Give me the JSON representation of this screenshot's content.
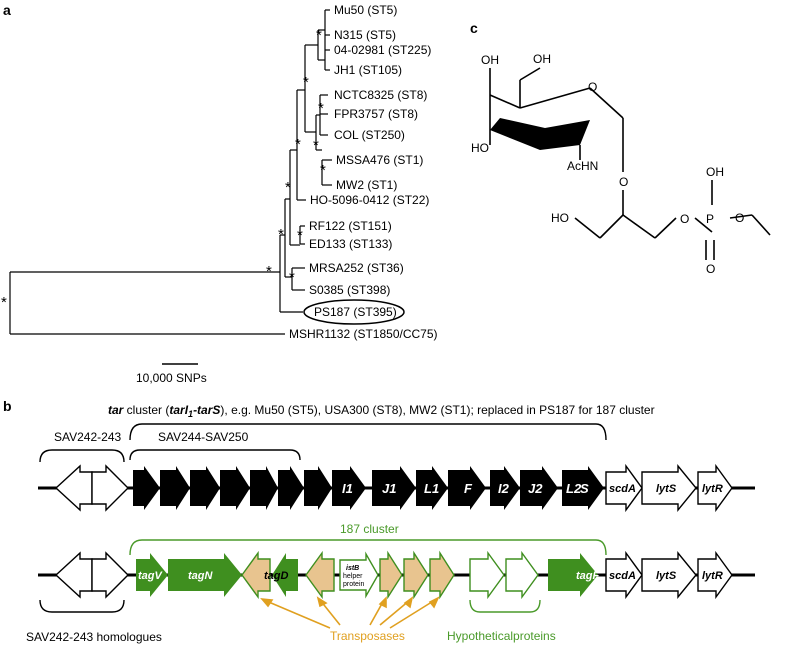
{
  "panels": {
    "a": "a",
    "b": "b",
    "c": "c"
  },
  "tree": {
    "support_marker": "*",
    "leaves": [
      "Mu50 (ST5)",
      "N315 (ST5)",
      "04-02981 (ST225)",
      "JH1 (ST105)",
      "NCTC8325 (ST8)",
      "FPR3757 (ST8)",
      "COL (ST250)",
      "MSSA476 (ST1)",
      "MW2 (ST1)",
      "HO-5096-0412 (ST22)",
      "RF122 (ST151)",
      "ED133 (ST133)",
      "MRSA252 (ST36)",
      "S0385 (ST398)",
      "PS187 (ST395)",
      "MSHR1132 (ST1850/CC75)"
    ],
    "highlighted_leaf": "PS187 (ST395)",
    "scale_label": "10,000 SNPs"
  },
  "molecule": {
    "labels": [
      "OH",
      "OH",
      "HO",
      "O",
      "AcHN",
      "O",
      "HO",
      "O",
      "P",
      "OH",
      "O",
      "O"
    ]
  },
  "gene_map": {
    "top_title_bold": "tar",
    "top_title_rest": " cluster (",
    "top_title_genes": "tarI",
    "top_title_sub": "1",
    "top_title_genes2": "-tarS",
    "top_title_tail": "), e.g. Mu50 (ST5), USA300 (ST8), MW2 (ST1); replaced in PS187 for 187 cluster",
    "sav242_label": "SAV242-243",
    "sav244_label": "SAV244-SAV250",
    "cluster187_label": "187 cluster",
    "homologues_label": "SAV242-243 homologues",
    "transposases_label": "Transposases",
    "hypothetical_label": "Hypotheticalproteins",
    "top_genes": [
      "I1",
      "J1",
      "L1",
      "F",
      "I2",
      "J2",
      "L2",
      "S",
      "scdA",
      "lytS",
      "lytR"
    ],
    "bottom_genes": [
      "tagV",
      "tagN",
      "tagD",
      "istB",
      "helper",
      "protein",
      "tagF",
      "scdA",
      "lytS",
      "lytR"
    ],
    "colors": {
      "black_gene": "#000000",
      "green_gene": "#3f8f1f",
      "tan_gene": "#e8c48f",
      "green_text": "#4a9a2a",
      "orange_text": "#e0a020"
    }
  }
}
